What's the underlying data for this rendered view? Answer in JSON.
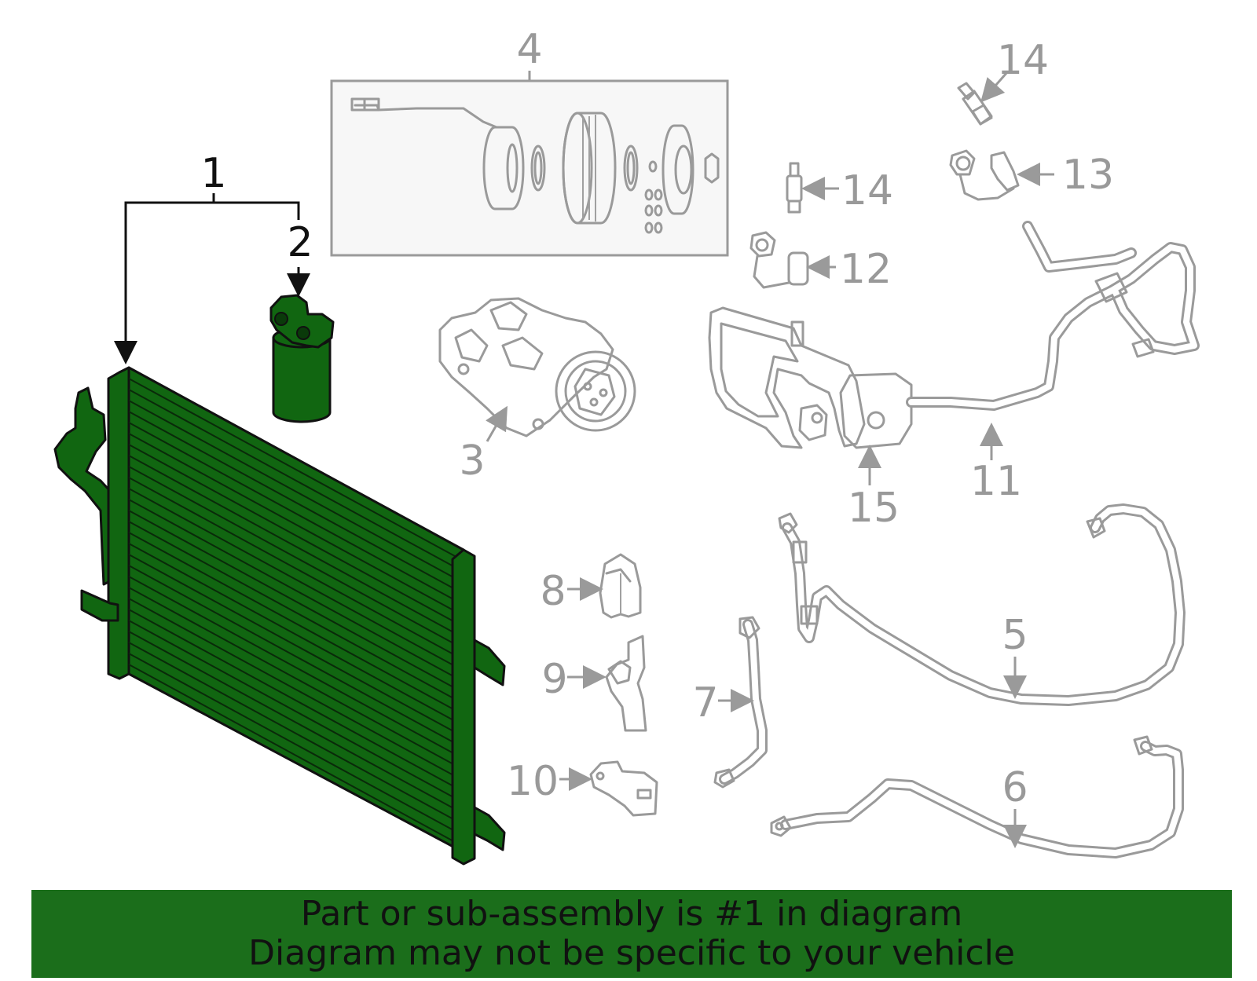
{
  "diagram": {
    "callouts": [
      "1",
      "2",
      "3",
      "4",
      "5",
      "6",
      "7",
      "8",
      "9",
      "10",
      "11",
      "12",
      "13",
      "14",
      "14",
      "15"
    ],
    "highlight_color": "#116611",
    "line_color": "#9a9a9a"
  },
  "banner": {
    "line1": "Part or sub-assembly is #1 in diagram",
    "line2": "Diagram may not be specific to your vehicle",
    "background": "#1b6e1b"
  }
}
